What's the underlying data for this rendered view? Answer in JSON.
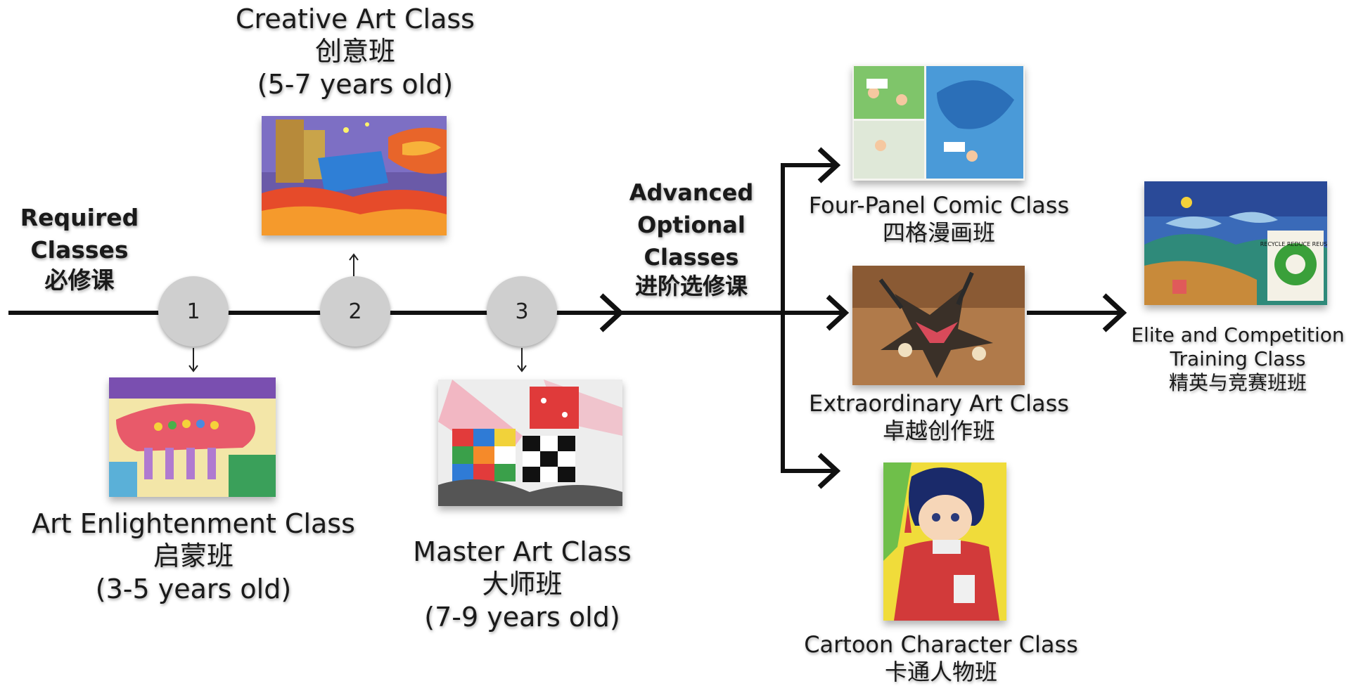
{
  "required": {
    "line1": "Required",
    "line2": "Classes",
    "line3": "必修课"
  },
  "advanced": {
    "line1": "Advanced",
    "line2": "Optional",
    "line3": "Classes",
    "line4": "进阶选修课"
  },
  "steps": [
    {
      "number": "1",
      "en": "Art Enlightenment Class",
      "cn": "启蒙班",
      "age": "(3-5 years old)"
    },
    {
      "number": "2",
      "en": "Creative Art Class",
      "cn": "创意班",
      "age": "(5-7 years old)"
    },
    {
      "number": "3",
      "en": "Master Art Class",
      "cn": "大师班",
      "age": "(7-9 years old)"
    }
  ],
  "options": [
    {
      "en": "Four-Panel Comic Class",
      "cn": "四格漫画班"
    },
    {
      "en": "Extraordinary Art Class",
      "cn": "卓越创作班"
    },
    {
      "en": "Cartoon Character Class",
      "cn": "卡通人物班"
    }
  ],
  "elite": {
    "line1": "Elite and Competition",
    "line2": "Training Class",
    "line3": "精英与竞赛班班"
  },
  "artwork_texts": {
    "recycle_sign": "RECYCLE REDUCE REUSE"
  },
  "colors": {
    "line": "#111111",
    "node": "#cfcfcf"
  }
}
